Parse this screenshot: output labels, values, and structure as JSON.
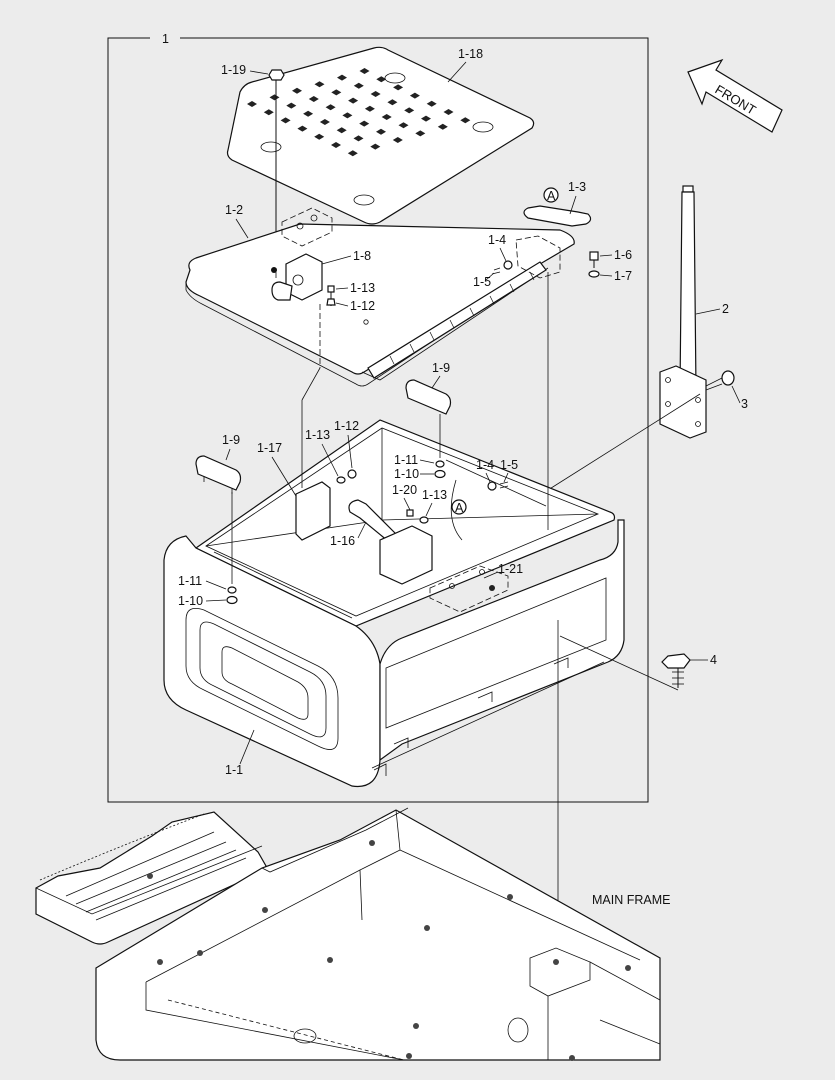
{
  "arrow": {
    "label": "FRONT"
  },
  "frame": {
    "label": "MAIN FRAME"
  },
  "callout": {
    "symbol": "A"
  },
  "parts": {
    "p1": "1",
    "p1_1": "1-1",
    "p1_2": "1-2",
    "p1_3": "1-3",
    "p1_4a": "1-4",
    "p1_4b": "1-4",
    "p1_5a": "1-5",
    "p1_5b": "1-5",
    "p1_6": "1-6",
    "p1_7": "1-7",
    "p1_8": "1-8",
    "p1_9a": "1-9",
    "p1_9b": "1-9",
    "p1_10a": "1-10",
    "p1_10b": "1-10",
    "p1_11a": "1-11",
    "p1_11b": "1-11",
    "p1_12a": "1-12",
    "p1_12b": "1-12",
    "p1_13a": "1-13",
    "p1_13b": "1-13",
    "p1_13c": "1-13",
    "p1_16": "1-16",
    "p1_17": "1-17",
    "p1_18": "1-18",
    "p1_19": "1-19",
    "p1_20": "1-20",
    "p1_21": "1-21",
    "p2": "2",
    "p3": "3",
    "p4": "4"
  }
}
